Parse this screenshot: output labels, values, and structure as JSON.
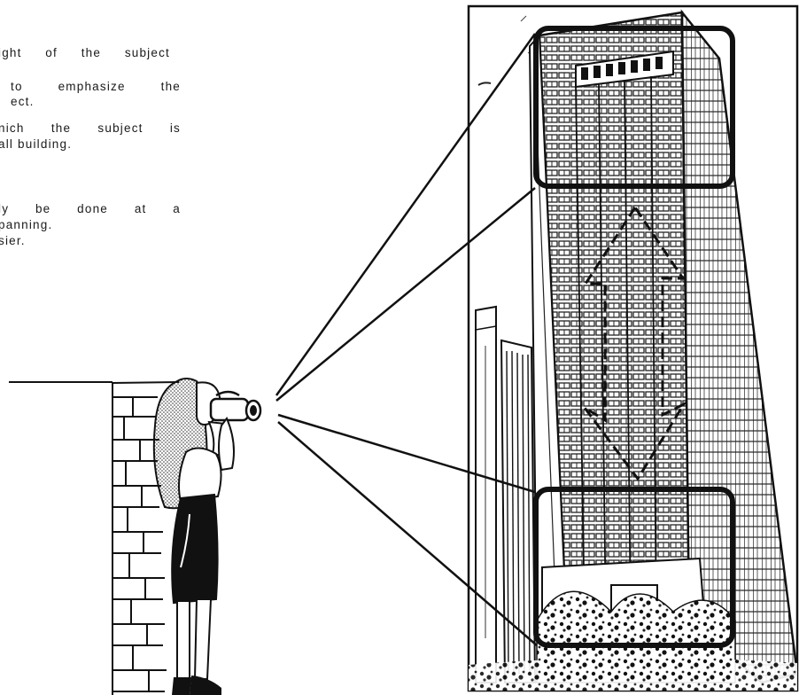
{
  "text": {
    "lines": [
      "ight of the subject",
      "to emphasize the",
      "ect.",
      "nich the subject is",
      "all building.",
      "ly be done at a",
      "panning.",
      "sier."
    ]
  },
  "illustration": {
    "subject": "tall building",
    "figure": "person recording with a video camera"
  }
}
